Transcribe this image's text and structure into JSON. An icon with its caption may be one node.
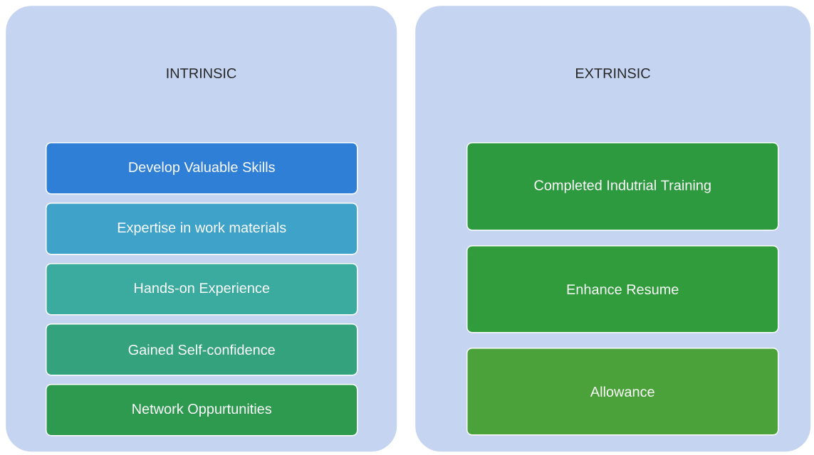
{
  "diagram": {
    "nodes": [
      {
        "text": [
          "INTRINSIC"
        ]
      },
      {
        "text": [
          "Develop Valuable Skills"
        ],
        "in": 0
      },
      {
        "text": [
          "Expertise in work materials"
        ],
        "in": 0
      },
      {
        "text": [
          "Hands-on Experience"
        ],
        "in": 0
      },
      {
        "text": [
          "Gained Self-confidence"
        ],
        "in": 0
      },
      {
        "text": [
          "Network Oppurtunities"
        ],
        "in": 0
      },
      {
        "text": [
          "EXTRINSIC"
        ]
      },
      {
        "text": [
          "Completed Indutrial Training"
        ],
        "in": 6
      },
      {
        "text": [
          "Enhance Resume"
        ],
        "in": 6
      },
      {
        "text": [
          "Allowance"
        ],
        "in": 6
      }
    ]
  }
}
